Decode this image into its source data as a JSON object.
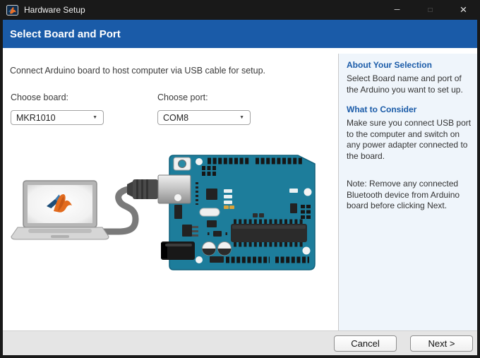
{
  "window": {
    "title": "Hardware Setup"
  },
  "icons": {
    "minimize": "─",
    "maximize": "□",
    "close": "×",
    "dropdown_arrow": "▼"
  },
  "header": {
    "title": "Select Board and Port"
  },
  "main": {
    "intro": "Connect Arduino board to host computer via USB cable for setup.",
    "choose_board": {
      "label": "Choose board:",
      "value": "MKR1010"
    },
    "choose_port": {
      "label": "Choose port:",
      "value": "COM8"
    }
  },
  "sidebar": {
    "about": {
      "heading": "About Your Selection",
      "body": "Select Board name and port of the Arduino you want to set up."
    },
    "consider": {
      "heading": "What to Consider",
      "body": "Make sure you connect USB port to the computer and switch on any power adapter connected to the board.",
      "note": "Note: Remove any connected Bluetooth device from Arduino board before clicking Next."
    }
  },
  "footer": {
    "cancel": "Cancel",
    "next": "Next >"
  },
  "colors": {
    "titlebar_bg": "#191919",
    "accent_blue": "#1A5BA8",
    "sidebar_bg": "#EFF5FB",
    "footer_bg": "#E5E5E5",
    "board_teal": "#1D7D9B",
    "matlab_orange": "#E26B1E"
  }
}
